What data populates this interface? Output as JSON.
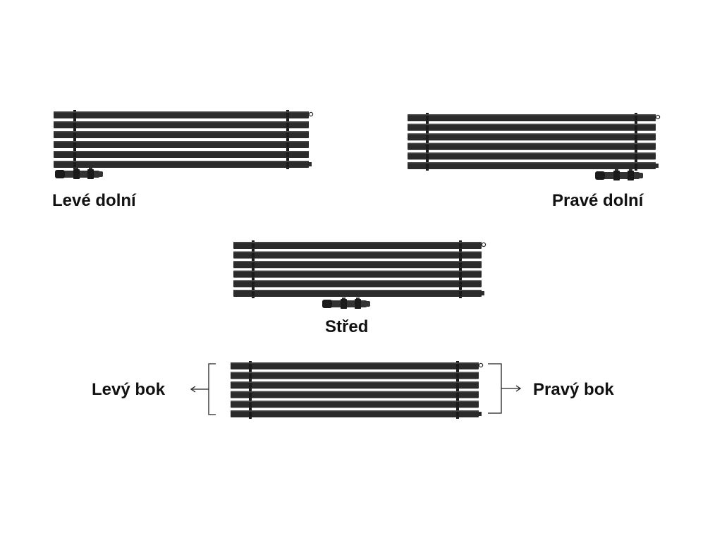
{
  "labels": {
    "left_bottom": "Levé dolní",
    "right_bottom": "Pravé dolní",
    "center": "Střed",
    "left_side": "Levý bok",
    "right_side": "Pravý bok"
  },
  "colors": {
    "radiator": "#2b2b2b",
    "radiator_dark": "#1a1a1a",
    "radiator_highlight": "#4a4a4a",
    "valve": "#333333",
    "text": "#111111",
    "line": "#222222"
  },
  "radiator": {
    "bar_count": 6
  },
  "icons": {
    "valve": "thermostatic-valve-icon",
    "arrow_left": "arrow-left-icon",
    "arrow_right": "arrow-right-icon"
  }
}
